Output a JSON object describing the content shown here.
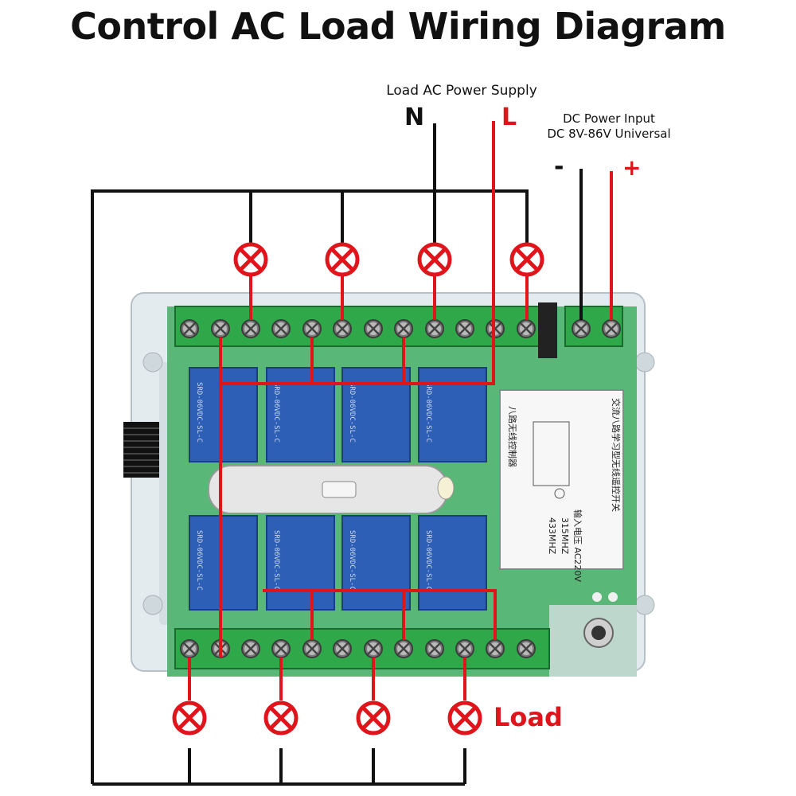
{
  "title": "Control AC Load Wiring Diagram",
  "ac_supply": {
    "label": "Load AC Power Supply",
    "neutral": "N",
    "line": "L"
  },
  "dc_input": {
    "title_line1": "DC Power Input",
    "title_line2": "DC 8V-86V Universal",
    "negative": "-",
    "positive": "+"
  },
  "load_label": "Load",
  "board": {
    "relay_channels": 8,
    "label_lines": [
      "交流八路学习型无线遥控开关",
      "八路无线控制器",
      "输入电压 AC220V",
      "315MHZ",
      "433MHZ"
    ],
    "relay_text": "SRD-06VDC-SL-C"
  },
  "colors": {
    "wire_black": "#111111",
    "wire_red": "#e0141b",
    "terminal_green": "#2fa84a",
    "relay_blue": "#2c5fb5",
    "lamp_red": "#e0141b"
  }
}
